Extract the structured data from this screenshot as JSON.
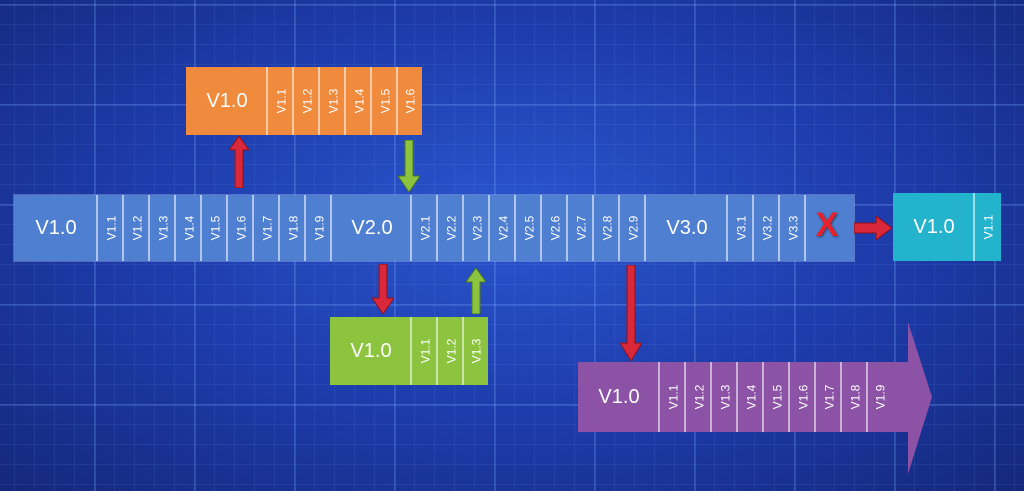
{
  "trunk": {
    "main1": "V1.0",
    "subs1": [
      "V1.1",
      "V1.2",
      "V1.3",
      "V1.4",
      "V1.5",
      "V1.6",
      "V1.7",
      "V1.8",
      "V1.9"
    ],
    "main2": "V2.0",
    "subs2": [
      "V2.1",
      "V2.2",
      "V2.3",
      "V2.4",
      "V2.5",
      "V2.6",
      "V2.7",
      "V2.8",
      "V2.9"
    ],
    "main3": "V3.0",
    "subs3": [
      "V3.1",
      "V3.2",
      "V3.3"
    ],
    "end_mark": "X"
  },
  "orange_branch": {
    "main": "V1.0",
    "subs": [
      "V1.1",
      "V1.2",
      "V1.3",
      "V1.4",
      "V1.5",
      "V1.6"
    ]
  },
  "green_branch": {
    "main": "V1.0",
    "subs": [
      "V1.1",
      "V1.2",
      "V1.3"
    ]
  },
  "purple_branch": {
    "main": "V1.0",
    "subs": [
      "V1.1",
      "V1.2",
      "V1.3",
      "V1.4",
      "V1.5",
      "V1.6",
      "V1.7",
      "V1.8",
      "V1.9"
    ]
  },
  "teal_branch": {
    "main": "V1.0",
    "subs": [
      "V1.1"
    ]
  },
  "colors": {
    "trunk": "#4f7fd0",
    "orange": "#f08a3c",
    "green": "#8cc43f",
    "purple": "#8b52a6",
    "teal": "#24b3cc",
    "red_arrow": "#d8283a",
    "green_arrow": "#8cc43f"
  }
}
